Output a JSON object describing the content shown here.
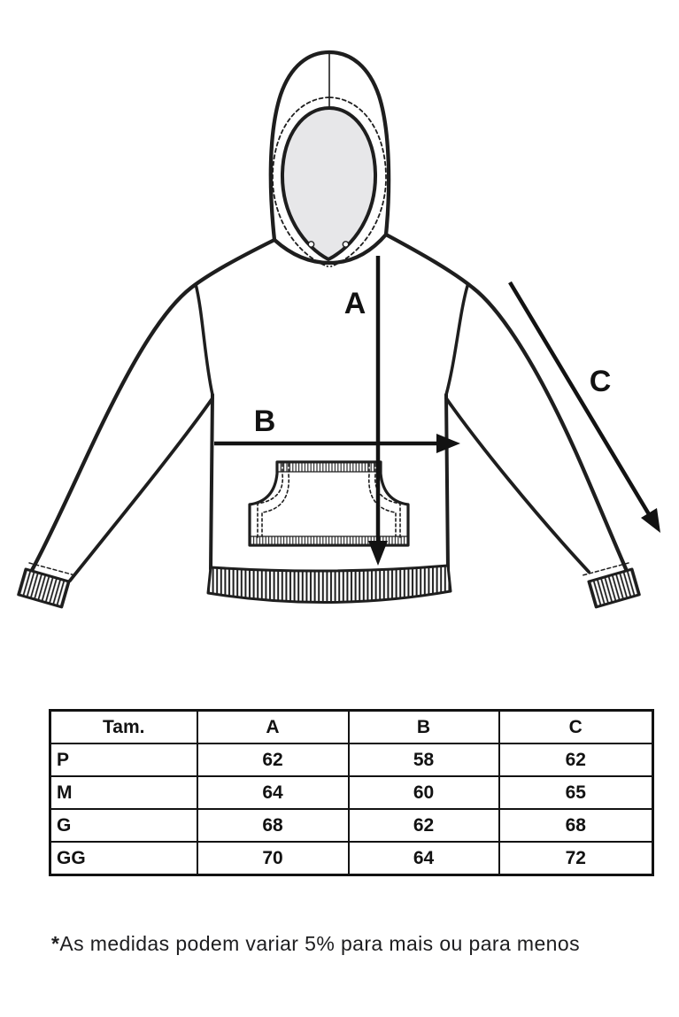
{
  "diagram": {
    "type": "hoodie-measurement-technical-drawing",
    "labels": {
      "a": "A",
      "b": "B",
      "c": "C"
    },
    "colors": {
      "line": "#1e1e1e",
      "hood_opening_fill": "#e7e7e9",
      "background": "#ffffff"
    }
  },
  "size_table": {
    "headers": [
      "Tam.",
      "A",
      "B",
      "C"
    ],
    "rows": [
      {
        "size": "P",
        "a": "62",
        "b": "58",
        "c": "62"
      },
      {
        "size": "M",
        "a": "64",
        "b": "60",
        "c": "65"
      },
      {
        "size": "G",
        "a": "68",
        "b": "62",
        "c": "68"
      },
      {
        "size": "GG",
        "a": "70",
        "b": "64",
        "c": "72"
      }
    ]
  },
  "footnote": {
    "asterisk": "*",
    "text": "As medidas podem variar 5% para mais ou para menos"
  }
}
